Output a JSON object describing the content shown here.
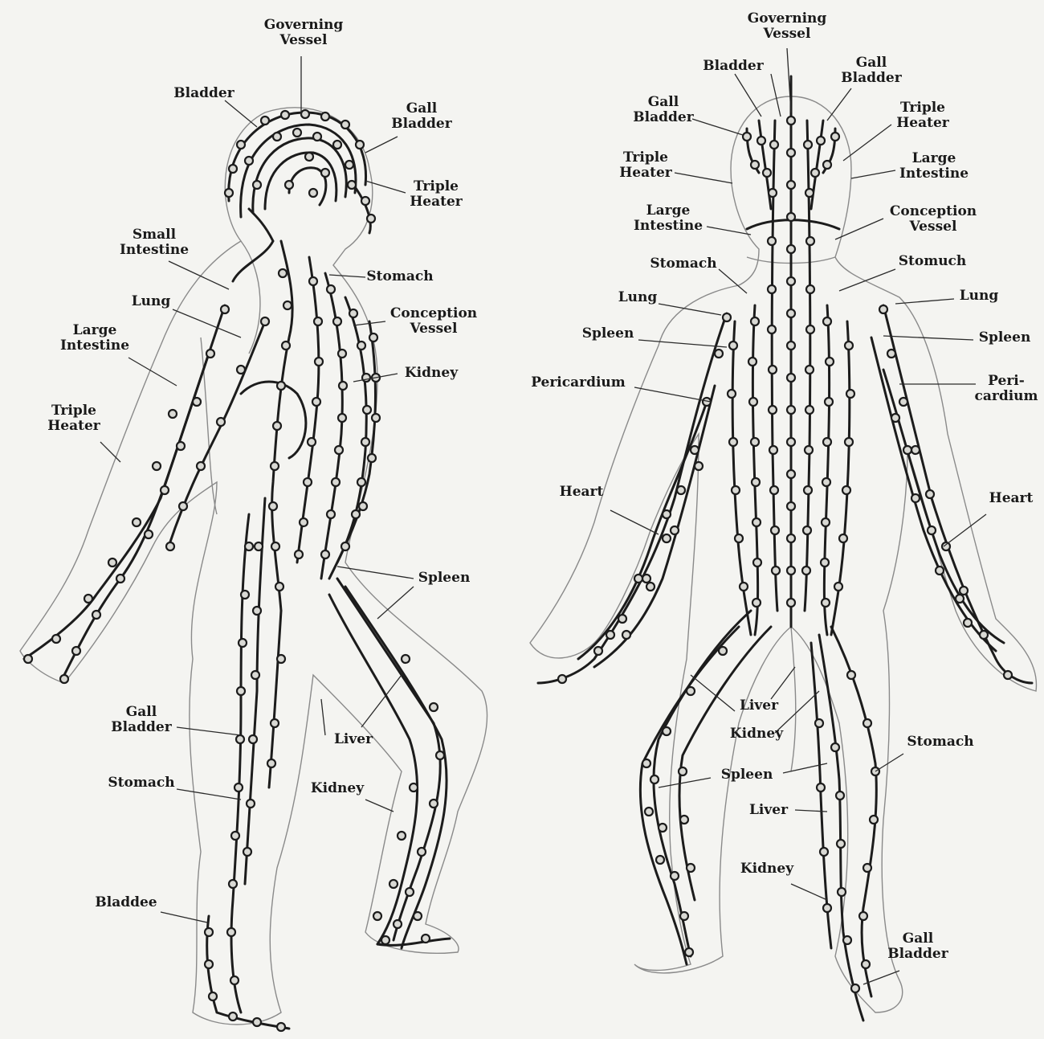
{
  "side_view": {
    "labels": {
      "governing_vessel": "Governing\nVessel",
      "bladder_head": "Bladder",
      "gall_bladder_head": "Gall\nBladder",
      "triple_heater_head": "Triple\nHeater",
      "small_intestine": "Small\nIntestine",
      "stomach_neck": "Stomach",
      "lung": "Lung",
      "conception_vessel": "Conception\nVessel",
      "large_intestine": "Large\nIntestine",
      "kidney_torso": "Kidney",
      "triple_heater_arm": "Triple\nHeater",
      "spleen": "Spleen",
      "gall_bladder_leg": "Gall\nBladder",
      "liver": "Liver",
      "stomach_leg": "Stomach",
      "kidney_leg": "Kidney",
      "bladder_foot": "Bladdee"
    }
  },
  "back_view": {
    "labels": {
      "governing_vessel": "Governing\nVessel",
      "bladder_head": "Bladder",
      "gall_bladder_head_right": "Gall\nBladder",
      "gall_bladder_head_left": "Gall\nBladder",
      "triple_heater_right": "Triple\nHeater",
      "triple_heater_left": "Triple\nHeater",
      "large_intestine_right": "Large\nIntestine",
      "large_intestine_left": "Large\nIntestine",
      "conception_vessel": "Conception\nVessel",
      "stomach_left": "Stomach",
      "stomach_right": "Stomuch",
      "lung_left": "Lung",
      "lung_right": "Lung",
      "spleen_left": "Spleen",
      "spleen_right": "Spleen",
      "pericardium_left": "Pericardium",
      "pericardium_right": "Peri-\ncardium",
      "heart_left": "Heart",
      "heart_right": "Heart",
      "liver_center": "Liver",
      "kidney_center": "Kidney",
      "stomach_leg": "Stomach",
      "spleen_leg": "Spleen",
      "liver_leg": "Liver",
      "kidney_leg": "Kidney",
      "gall_bladder_foot": "Gall\nBladder"
    }
  }
}
